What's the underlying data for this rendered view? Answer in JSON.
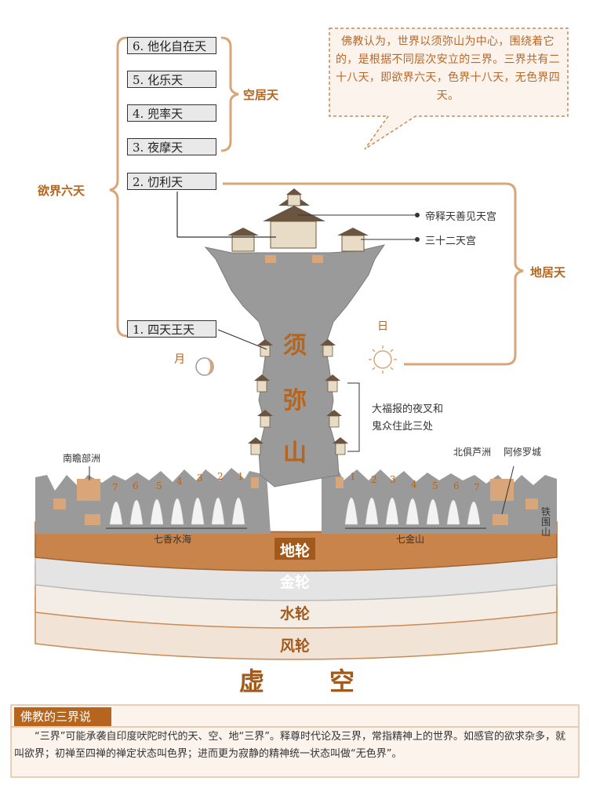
{
  "heavens": {
    "h6": "6. 他化自在天",
    "h5": "5. 化乐天",
    "h4": "4. 兜率天",
    "h3": "3. 夜摩天",
    "h2": "2. 忉利天",
    "h1": "1. 四天王天"
  },
  "groups": {
    "desire_realm": "欲界六天",
    "sky_dwelling": "空居天",
    "earth_dwelling": "地居天"
  },
  "note": "佛教认为，世界以须弥山为中心，围绕着它的，是根据不同层次安立的三界。三界共有二十八天，即欲界六天，色界十八天，无色界四天。",
  "palaces": {
    "sakra_palace": "帝释天善见天宫",
    "thirty_two_palaces": "三十二天宫"
  },
  "mountain": {
    "char1": "须",
    "char2": "弥",
    "char3": "山"
  },
  "sun_label": "日",
  "moon_label": "月",
  "yaksha_note_line1": "大福报的夜叉和",
  "yaksha_note_line2": "鬼众住此三处",
  "continents": {
    "south": "南瞻部洲",
    "north": "北俱芦洲",
    "asura_city": "阿修罗城",
    "iron_ring": "铁围山"
  },
  "seas_label": "七香水海",
  "golden_mountains_label": "七金山",
  "ring_numbers": [
    "1",
    "2",
    "3",
    "4",
    "5",
    "6",
    "7"
  ],
  "wheels": {
    "earth": "地轮",
    "gold": "金轮",
    "water": "水轮",
    "wind": "风轮"
  },
  "void": {
    "char1": "虚",
    "char2": "空"
  },
  "footer": {
    "title": "佛教的三界说",
    "body": "“三界”可能承袭自印度吠陀时代的天、空、地“三界”。释尊时代论及三界，常指精神上的世界。如感官的欲求杂多，就叫欲界；初禅至四禅的禅定状态叫色界；进而更为寂静的精神统一状态叫做“无色界”。"
  },
  "colors": {
    "accent": "#b5651d",
    "mountain": "#9a9a9a",
    "earth_wheel": "#c9844b",
    "gold_wheel": "#e4e4e4",
    "water_wheel": "#f4ede6",
    "wind_wheel": "#f1e3d6"
  }
}
